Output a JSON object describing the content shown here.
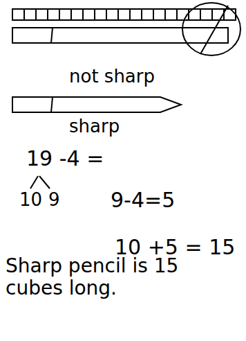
{
  "diagram": {
    "labels": [
      "not sharp",
      "sharp",
      "19 -4 =",
      "10",
      "9",
      "9-4=5",
      "10 +5 = 15",
      "Sharp pencil is 15 cubes long."
    ]
  }
}
